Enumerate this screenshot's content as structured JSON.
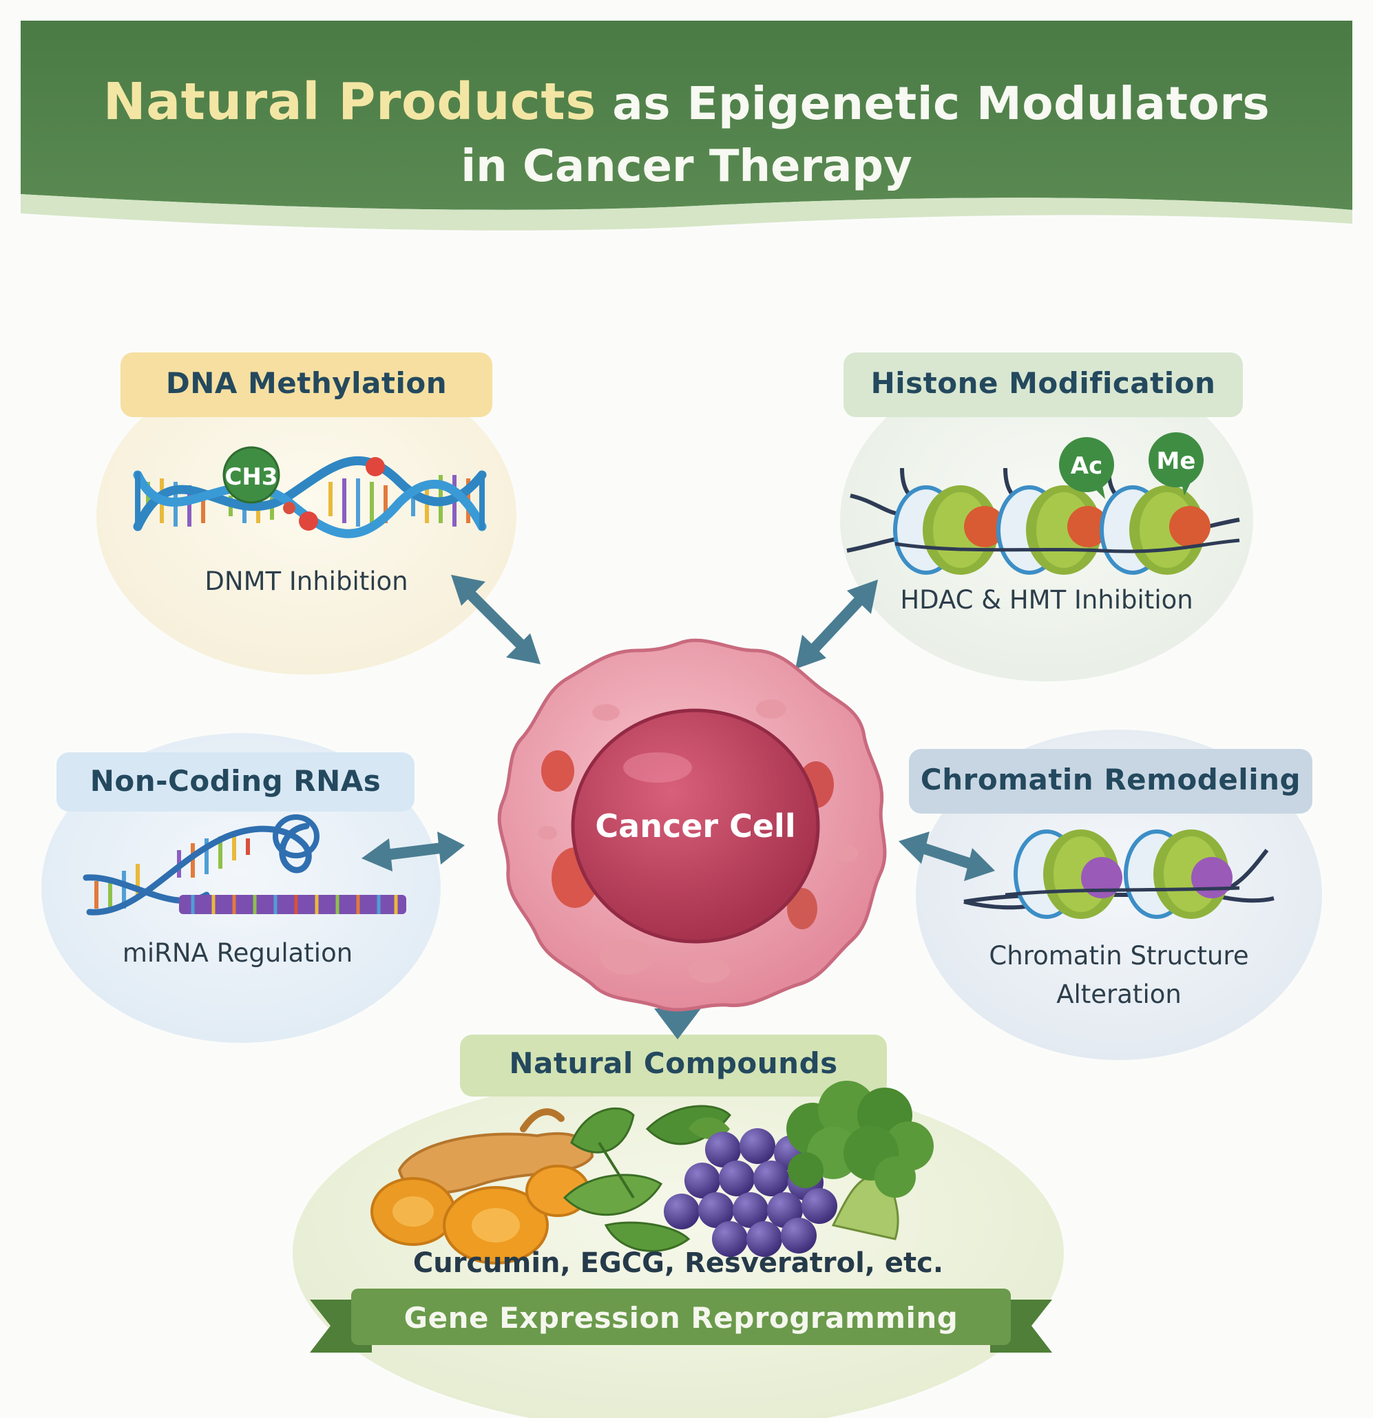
{
  "title": {
    "accent": "Natural Products",
    "rest": " as Epigenetic Modulators",
    "line2": "in Cancer Therapy"
  },
  "center": {
    "label": "Cancer Cell"
  },
  "modules": {
    "dna_methylation": {
      "title": "DNA Methylation",
      "tag": "CH3",
      "caption": "DNMT Inhibition"
    },
    "histone_modification": {
      "title": "Histone Modification",
      "tag_ac": "Ac",
      "tag_me": "Me",
      "caption": "HDAC & HMT Inhibition"
    },
    "noncoding_rnas": {
      "title": "Non-Coding RNAs",
      "caption": "miRNA Regulation"
    },
    "chromatin_remodeling": {
      "title": "Chromatin Remodeling",
      "caption_line1": "Chromatin Structure",
      "caption_line2": "Alteration"
    }
  },
  "compounds": {
    "title": "Natural Compounds",
    "examples": "Curcumin, EGCG, Resveratrol, etc.",
    "outcome": "Gene Expression Reprogramming"
  },
  "colors": {
    "header_green": "#4f7f4a",
    "accent_yellow": "#f3e6a4",
    "arrow_teal": "#4a7d92",
    "cell_pink": "#eea2b0",
    "nucleus": "#c2455f"
  }
}
